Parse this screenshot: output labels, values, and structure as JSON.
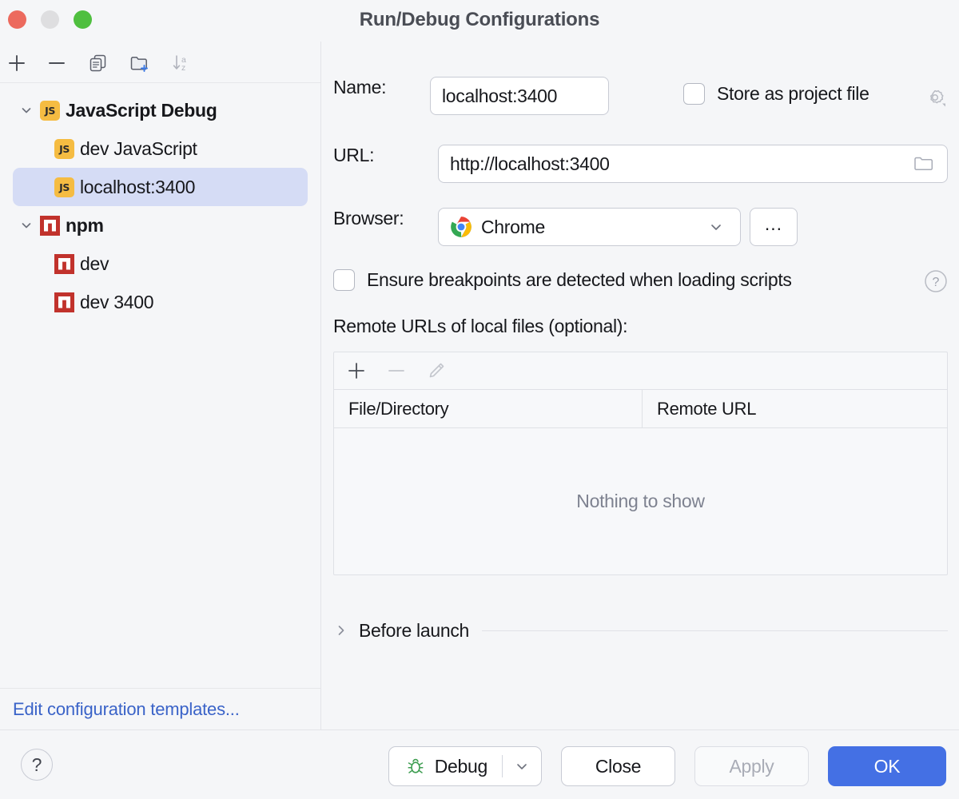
{
  "window": {
    "title": "Run/Debug Configurations",
    "traffic_lights": [
      "close",
      "minimize",
      "zoom"
    ]
  },
  "left_panel": {
    "toolbar": [
      {
        "name": "add-configuration-button",
        "icon": "plus-icon",
        "enabled": true
      },
      {
        "name": "remove-configuration-button",
        "icon": "minus-icon",
        "enabled": true
      },
      {
        "name": "copy-configuration-button",
        "icon": "copy-icon",
        "enabled": true
      },
      {
        "name": "new-folder-button",
        "icon": "new-folder-icon",
        "enabled": true
      },
      {
        "name": "sort-configurations-button",
        "icon": "sort-alphabetically-icon",
        "enabled": false
      }
    ],
    "tree": [
      {
        "label": "JavaScript Debug",
        "icon": "js-badge-icon",
        "type": "group",
        "expanded": true,
        "selected": false,
        "depth": 0
      },
      {
        "label": "dev JavaScript",
        "icon": "js-badge-icon",
        "type": "item",
        "selected": false,
        "depth": 1
      },
      {
        "label": "localhost:3400",
        "icon": "js-badge-icon",
        "type": "item",
        "selected": true,
        "depth": 1
      },
      {
        "label": "npm",
        "icon": "npm-badge-icon",
        "type": "group",
        "expanded": true,
        "selected": false,
        "depth": 0
      },
      {
        "label": "dev",
        "icon": "npm-badge-icon",
        "type": "item",
        "selected": false,
        "depth": 1
      },
      {
        "label": "dev 3400",
        "icon": "npm-badge-icon",
        "type": "item",
        "selected": false,
        "depth": 1
      }
    ],
    "edit_templates_link": "Edit configuration templates..."
  },
  "form": {
    "name_label": "Name:",
    "name_value": "localhost:3400",
    "store_as_project_file_label": "Store as project file",
    "store_as_project_file_checked": false,
    "url_label": "URL:",
    "url_value": "http://localhost:3400",
    "browser_label": "Browser:",
    "browser_value": "Chrome",
    "browser_more_label": "...",
    "ensure_breakpoints_label": "Ensure breakpoints are detected when loading scripts",
    "ensure_breakpoints_checked": false,
    "remote_urls_label": "Remote URLs of local files (optional):",
    "table": {
      "columns": [
        "File/Directory",
        "Remote URL"
      ],
      "rows": [],
      "empty_text": "Nothing to show",
      "toolbar": [
        {
          "name": "add-remote-url-button",
          "icon": "plus-icon",
          "enabled": true
        },
        {
          "name": "remove-remote-url-button",
          "icon": "minus-icon",
          "enabled": false
        },
        {
          "name": "edit-remote-url-button",
          "icon": "pencil-icon",
          "enabled": false
        }
      ]
    },
    "before_launch_label": "Before launch",
    "before_launch_expanded": false
  },
  "footer": {
    "help_label": "?",
    "debug_label": "Debug",
    "close_label": "Close",
    "apply_label": "Apply",
    "apply_enabled": false,
    "ok_label": "OK"
  },
  "colors": {
    "accent": "#4470e4",
    "selection": "#d5dcf5",
    "link": "#3a63c8",
    "js_badge": "#f5bc42",
    "npm_badge": "#c1322c",
    "window_bg": "#f5f6f8",
    "traffic_red": "#ec6a5e",
    "traffic_yellow": "#dedee0",
    "traffic_green": "#4fbf3f"
  }
}
